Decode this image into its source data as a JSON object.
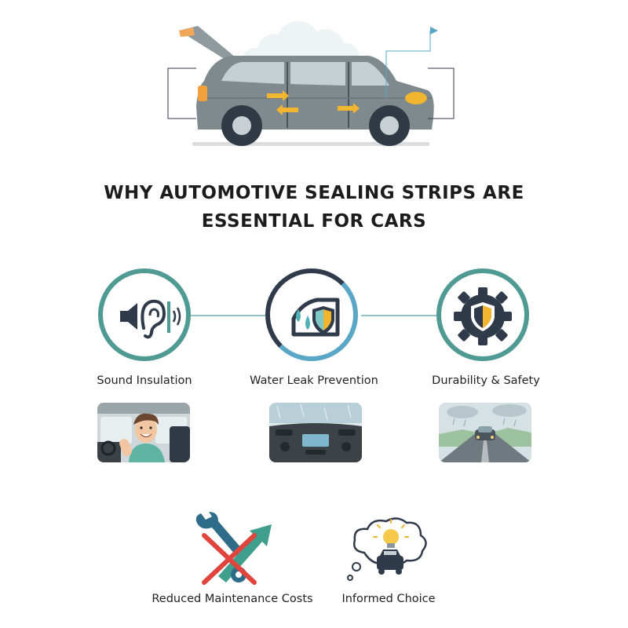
{
  "title": {
    "line1": "WHY AUTOMOTIVE SEALING STRIPS ARE",
    "line2": "ESSENTIAL FOR CARS"
  },
  "features": [
    {
      "label": "Sound Insulation",
      "icon": "ear-sound-icon"
    },
    {
      "label": "Water Leak Prevention",
      "icon": "water-shield-icon"
    },
    {
      "label": "Durability & Safety",
      "icon": "gear-shield-icon"
    }
  ],
  "bottom_items": [
    {
      "label": "Reduced Maintenance Costs",
      "icon": "wrench-crossed-icon"
    },
    {
      "label": "Informed Choice",
      "icon": "idea-car-icon"
    }
  ],
  "colors": {
    "teal": "#4f9a92",
    "navy": "#2f3a4a",
    "accent_yellow": "#f2b530",
    "accent_red": "#e0443c",
    "car_gray": "#7f8a8f"
  }
}
